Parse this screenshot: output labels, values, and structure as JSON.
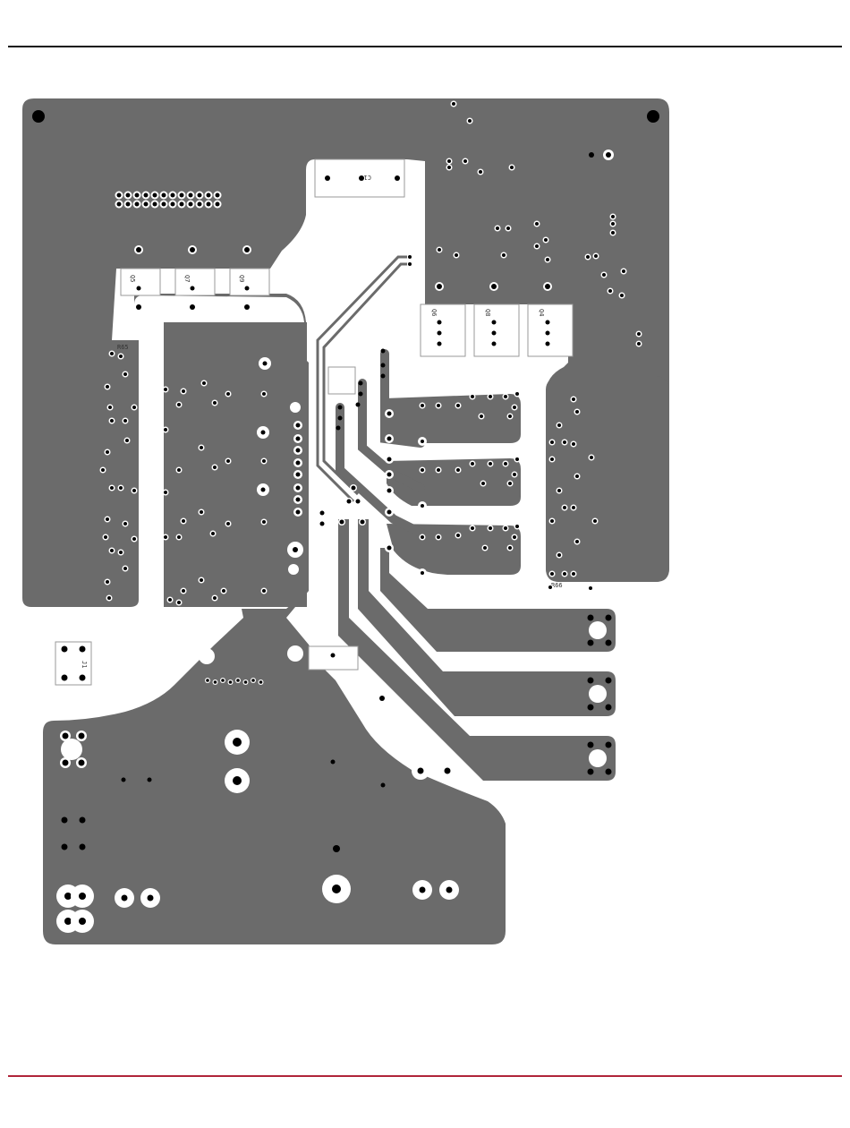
{
  "colors": {
    "copper": "#6b6b6b",
    "board": "#ffffff",
    "drill": "#000000",
    "rule_top": "#111111",
    "rule_bottom": "#b0243a",
    "silk": "#555555"
  },
  "labels": {
    "q5": "Q5",
    "q7": "Q7",
    "q9": "Q9",
    "q6": "Q6",
    "q8": "Q8",
    "q4": "Q4",
    "c_top": "C1",
    "r65": "R65",
    "r66": "R66",
    "j1": "J1"
  }
}
